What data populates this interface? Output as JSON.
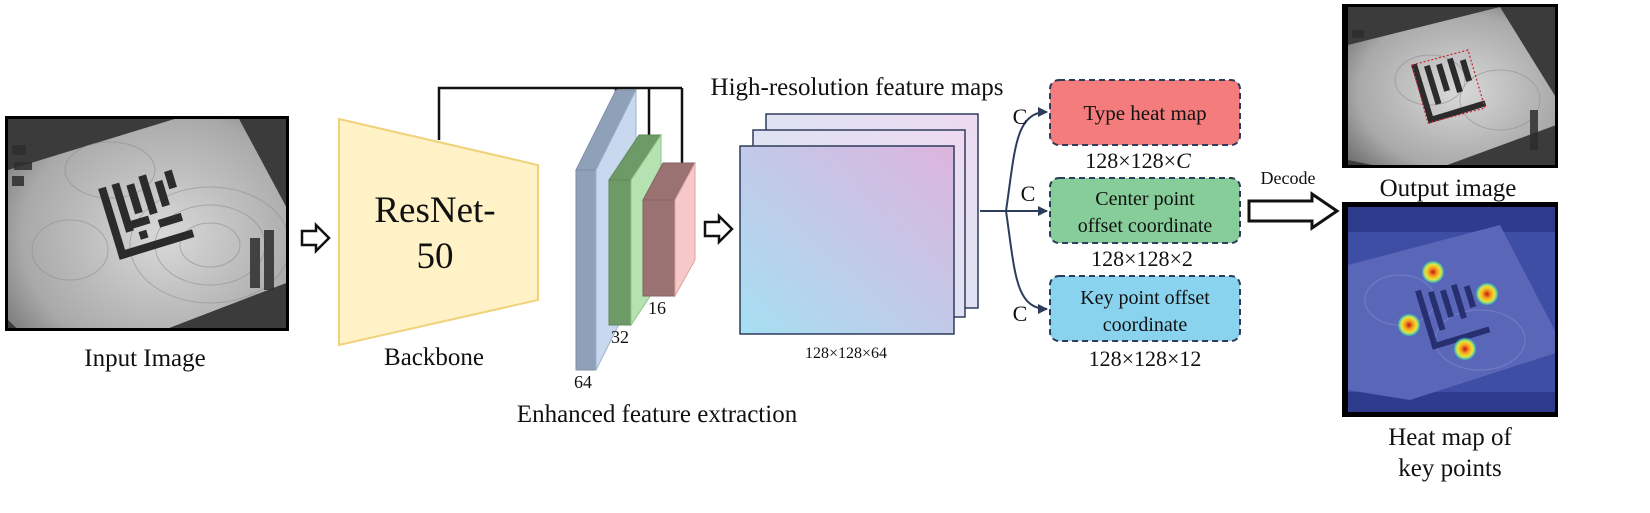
{
  "input": {
    "label": "Input Image"
  },
  "backbone": {
    "name_line1": "ResNet-",
    "name_line2": "50",
    "label": "Backbone"
  },
  "enhanced": {
    "top_label": "High-resolution feature maps",
    "bottom_label": "Enhanced feature extraction",
    "channels": [
      "64",
      "32",
      "16"
    ]
  },
  "feature_stack": {
    "label": "128×128×64"
  },
  "heads": [
    {
      "connector": "C",
      "name_lines": [
        "Type heat map"
      ],
      "dims": "128×128×",
      "dims_var": "C",
      "color": "#f47c7c"
    },
    {
      "connector": "C",
      "name_lines": [
        "Center point",
        "offset coordinate"
      ],
      "dims": "128×128×2",
      "dims_var": "",
      "color": "#86cd9a"
    },
    {
      "connector": "C",
      "name_lines": [
        "Key point offset",
        "coordinate"
      ],
      "dims": "128×128×12",
      "dims_var": "",
      "color": "#89d3ef"
    }
  ],
  "decode": {
    "label": "Decode"
  },
  "output": {
    "label": "Output image"
  },
  "heatmap": {
    "label_line1": "Heat map of",
    "label_line2": "key points"
  }
}
